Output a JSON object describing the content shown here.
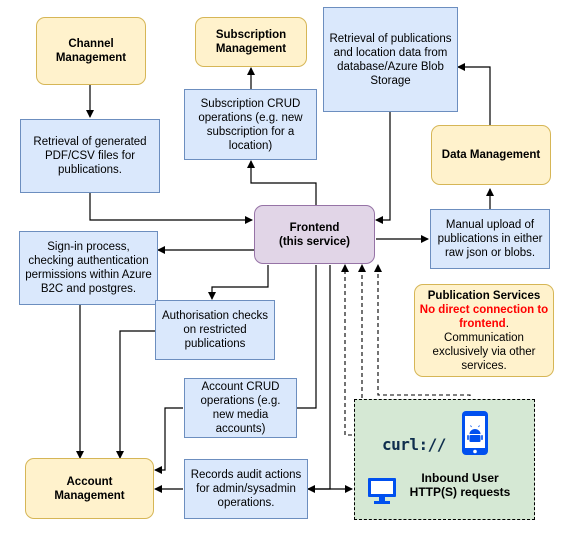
{
  "nodes": {
    "channel_management": "Channel Management",
    "subscription_management": "Subscription Management",
    "data_management": "Data Management",
    "account_management": "Account Management",
    "frontend_title": "Frontend",
    "frontend_subtitle": "(this service)",
    "retrieval_pubs": "Retrieval of publications and location data from database/Azure Blob Storage",
    "subscription_crud": "Subscription CRUD operations (e.g. new subscription for a location)",
    "retrieval_pdf": "Retrieval of generated PDF/CSV files for publications.",
    "manual_upload": "Manual upload of publications in either raw json or blobs.",
    "signin": "Sign-in process, checking authentication permissions within Azure B2C and postgres.",
    "authorisation": "Authorisation checks on restricted publications",
    "account_crud": "Account CRUD operations (e.g. new media accounts)",
    "audit": "Records audit actions for admin/sysadmin operations.",
    "pub_services_title": "Publication Services",
    "pub_services_warning": "No direct connection to frontend",
    "pub_services_dot": ".",
    "pub_services_note": "Communication exclusively via other services.",
    "inbound_title": "Inbound User HTTP(S) requests",
    "curl_logo": "curl://"
  },
  "colors": {
    "yellow_fill": "#fff2cc",
    "blue_fill": "#dae8fc",
    "purple_fill": "#e1d5e7",
    "green_fill": "#d5e8d4",
    "icon_blue": "#0050ef",
    "warning_red": "#ff0000"
  },
  "icons": [
    "monitor-icon",
    "android-phone-icon",
    "curl-logo"
  ]
}
